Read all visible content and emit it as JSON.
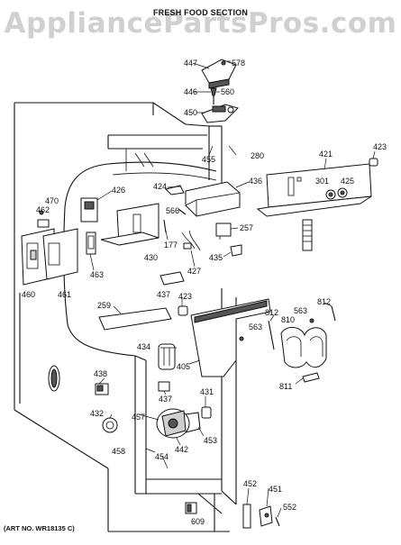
{
  "watermark": "AppliancePartsPros.com",
  "section_title": "FRESH FOOD SECTION",
  "art_number": "(ART NO. WR18135 C)",
  "part_labels": [
    "447",
    "578",
    "446",
    "560",
    "450",
    "280",
    "455",
    "421",
    "423",
    "301",
    "425",
    "436",
    "424",
    "566",
    "470",
    "426",
    "462",
    "177",
    "257",
    "430",
    "427",
    "435",
    "460",
    "461",
    "463",
    "437",
    "423",
    "259",
    "812",
    "563",
    "810",
    "812",
    "563",
    "434",
    "405",
    "811",
    "438",
    "437",
    "431",
    "432",
    "457",
    "442",
    "453",
    "458",
    "454",
    "452",
    "451",
    "552",
    "609"
  ]
}
